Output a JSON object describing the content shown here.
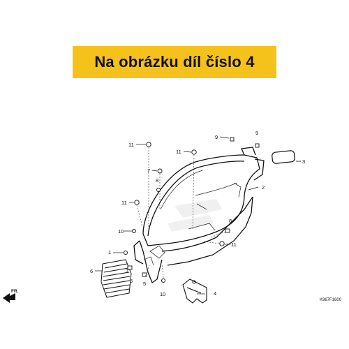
{
  "banner": {
    "text": "Na obrázku díl číslo 4",
    "color": "#f5c21b"
  },
  "diagram": {
    "callouts": [
      "11",
      "11",
      "9",
      "9",
      "3",
      "7",
      "8",
      "2",
      "11",
      "10",
      "8",
      "11",
      "1",
      "7",
      "6",
      "5",
      "5",
      "10",
      "4"
    ],
    "direction_label": "FR.",
    "drawing_code": "K967F1600"
  }
}
